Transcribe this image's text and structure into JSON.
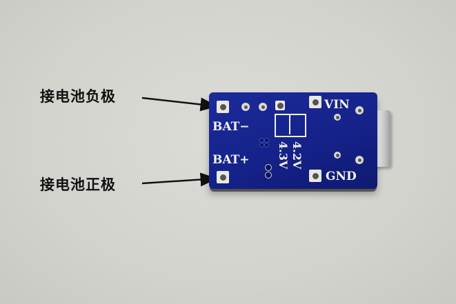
{
  "labels": {
    "battery_negative": "接电池负极",
    "battery_positive": "接电池正极"
  },
  "silkscreen": {
    "bat_minus": "BAT−",
    "bat_plus": "BAT+",
    "vin": "VIN",
    "gnd": "GND",
    "v42": "4.2V",
    "v43": "4.3V"
  },
  "colors": {
    "pcb": "#15228a",
    "silkscreen": "#f2f2f2",
    "background": "#d7d7d2",
    "annotation": "#111111"
  },
  "icons": [
    "arrow-right-icon",
    "usb-c-connector-icon"
  ]
}
